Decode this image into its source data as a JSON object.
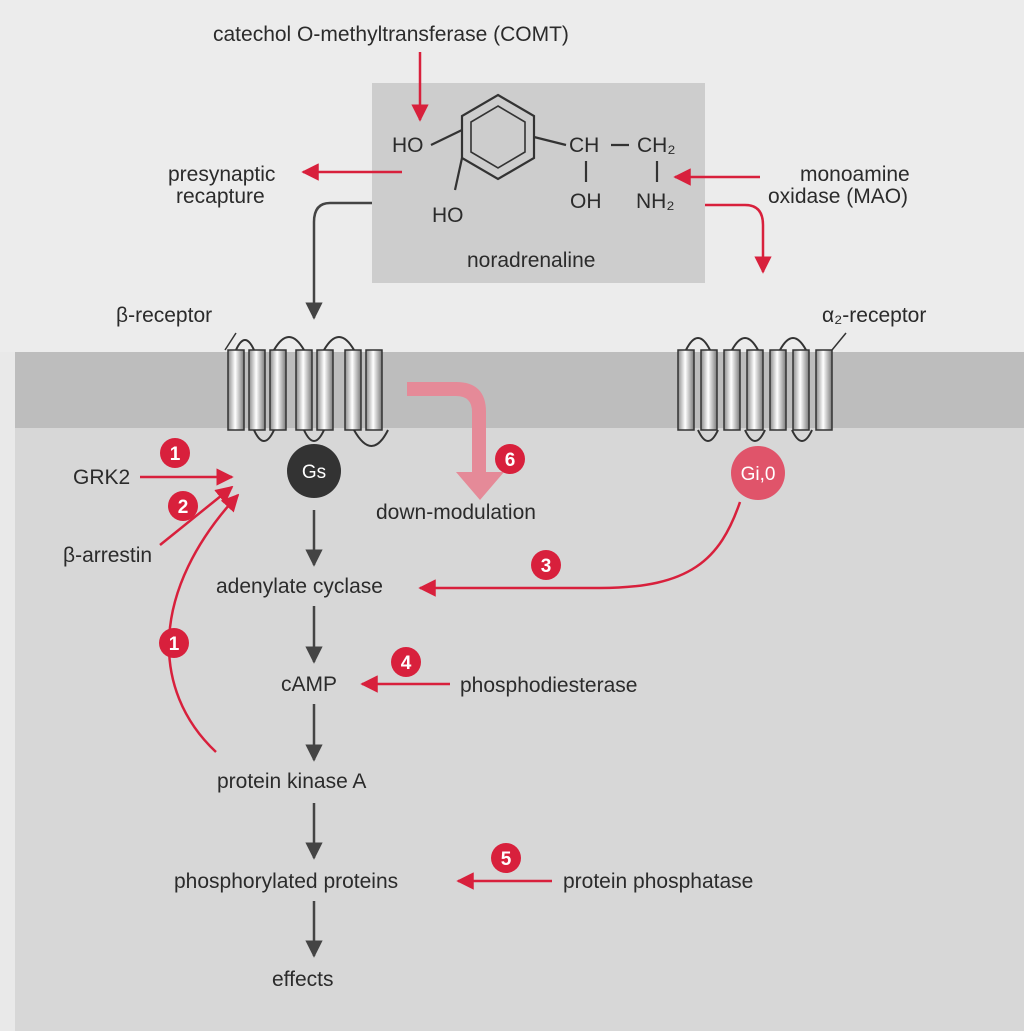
{
  "labels": {
    "comt": "catechol O-methyltransferase (COMT)",
    "presynaptic_1": "presynaptic",
    "presynaptic_2": "recapture",
    "mao_1": "monoamine",
    "mao_2": "oxidase (MAO)",
    "noradrenaline": "noradrenaline",
    "beta_receptor": "β-receptor",
    "alpha2_receptor": "α₂-receptor",
    "gs": "Gs",
    "gio": "Gi,0",
    "grk2": "GRK2",
    "beta_arrestin": "β-arrestin",
    "down_modulation": "down-modulation",
    "adenylate_cyclase": "adenylate cyclase",
    "camp": "cAMP",
    "phosphodiesterase": "phosphodiesterase",
    "protein_kinase_a": "protein kinase A",
    "phosphorylated_proteins": "phosphorylated proteins",
    "protein_phosphatase": "protein phosphatase",
    "effects": "effects"
  },
  "molecule": {
    "ho_top": "HO",
    "ho_bottom": "HO",
    "ch": "CH",
    "ch2": "CH₂",
    "oh": "OH",
    "nh2": "NH₂"
  },
  "steps": {
    "s1_grk2": "1",
    "s2_arrestin": "2",
    "s3_gi": "3",
    "s4_pde": "4",
    "s5_phosphatase": "5",
    "s6_down": "6",
    "s1_pka": "1"
  },
  "colors": {
    "accent_red": "#d8203c",
    "pink_arrow": "#e58a98",
    "membrane": "#bdbdbd",
    "cytoplasm": "#d5d5d5",
    "molecule_box": "#cfcfcf",
    "gs_circle": "#333333",
    "gio_circle": "#e0546a"
  }
}
